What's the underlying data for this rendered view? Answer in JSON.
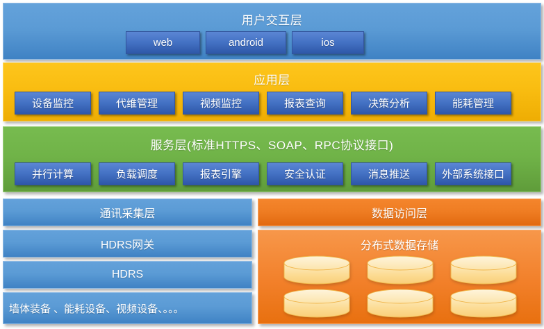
{
  "diagram": {
    "type": "layered-architecture",
    "layers": [
      {
        "id": "user-interaction",
        "title": "用户交互层",
        "color": "#5b9bd5",
        "items": [
          "web",
          "android",
          "ios"
        ]
      },
      {
        "id": "application",
        "title": "应用层",
        "color": "#fabe12",
        "items": [
          "设备监控",
          "代维管理",
          "视频监控",
          "报表查询",
          "决策分析",
          "能耗管理"
        ]
      },
      {
        "id": "service",
        "title": "服务层(标准HTTPS、SOAP、RPC协议接口)",
        "color": "#70b348",
        "items": [
          "并行计算",
          "负载调度",
          "报表引擎",
          "安全认证",
          "消息推送",
          "外部系统接口"
        ]
      }
    ],
    "bottom_left": {
      "color": "#5b9bd5",
      "bars": [
        "通讯采集层",
        "HDRS网关",
        "HDRS",
        "墙体装备 、能耗设备、视频设备、。。。"
      ]
    },
    "bottom_right": {
      "color": "#ef7d23",
      "header": "数据访问层",
      "store_title": "分布式数据存储",
      "cylinder_color": "#fcdf9a",
      "cylinder_groups": 3,
      "cylinders_per_group": 2
    }
  }
}
